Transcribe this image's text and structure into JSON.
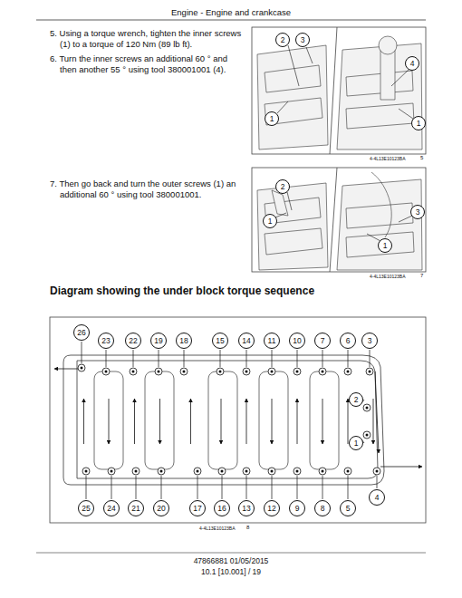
{
  "diagram": {
    "title": "Diagram showing the under block torque sequence",
    "labels": [
      "Engine - Engine and crankcase",
      "5. Using a torque wrench, tighten the inner screws (1) to a torque of 120 Nm (89 lb ft).",
      "6. Turn the inner screws an additional 60 ° and then another 55 ° using tool 380001001 (4).",
      "7. Then go back and turn the outer screws (1) an additional 60 ° using tool 380001001.",
      "2",
      "3",
      "4",
      "1",
      "1",
      "4-4L13E10123BA",
      "5",
      "2",
      "1",
      "3",
      "1",
      "4-4L13E10123BA",
      "7",
      "26",
      "23",
      "22",
      "19",
      "18",
      "15",
      "14",
      "11",
      "10",
      "7",
      "6",
      "3",
      "25",
      "24",
      "21",
      "20",
      "17",
      "16",
      "13",
      "12",
      "9",
      "8",
      "5",
      "4",
      "2",
      "1",
      "4-4L13E10123BA",
      "8",
      "47866881 01/05/2015",
      "10.1 [10.001] / 19"
    ]
  }
}
